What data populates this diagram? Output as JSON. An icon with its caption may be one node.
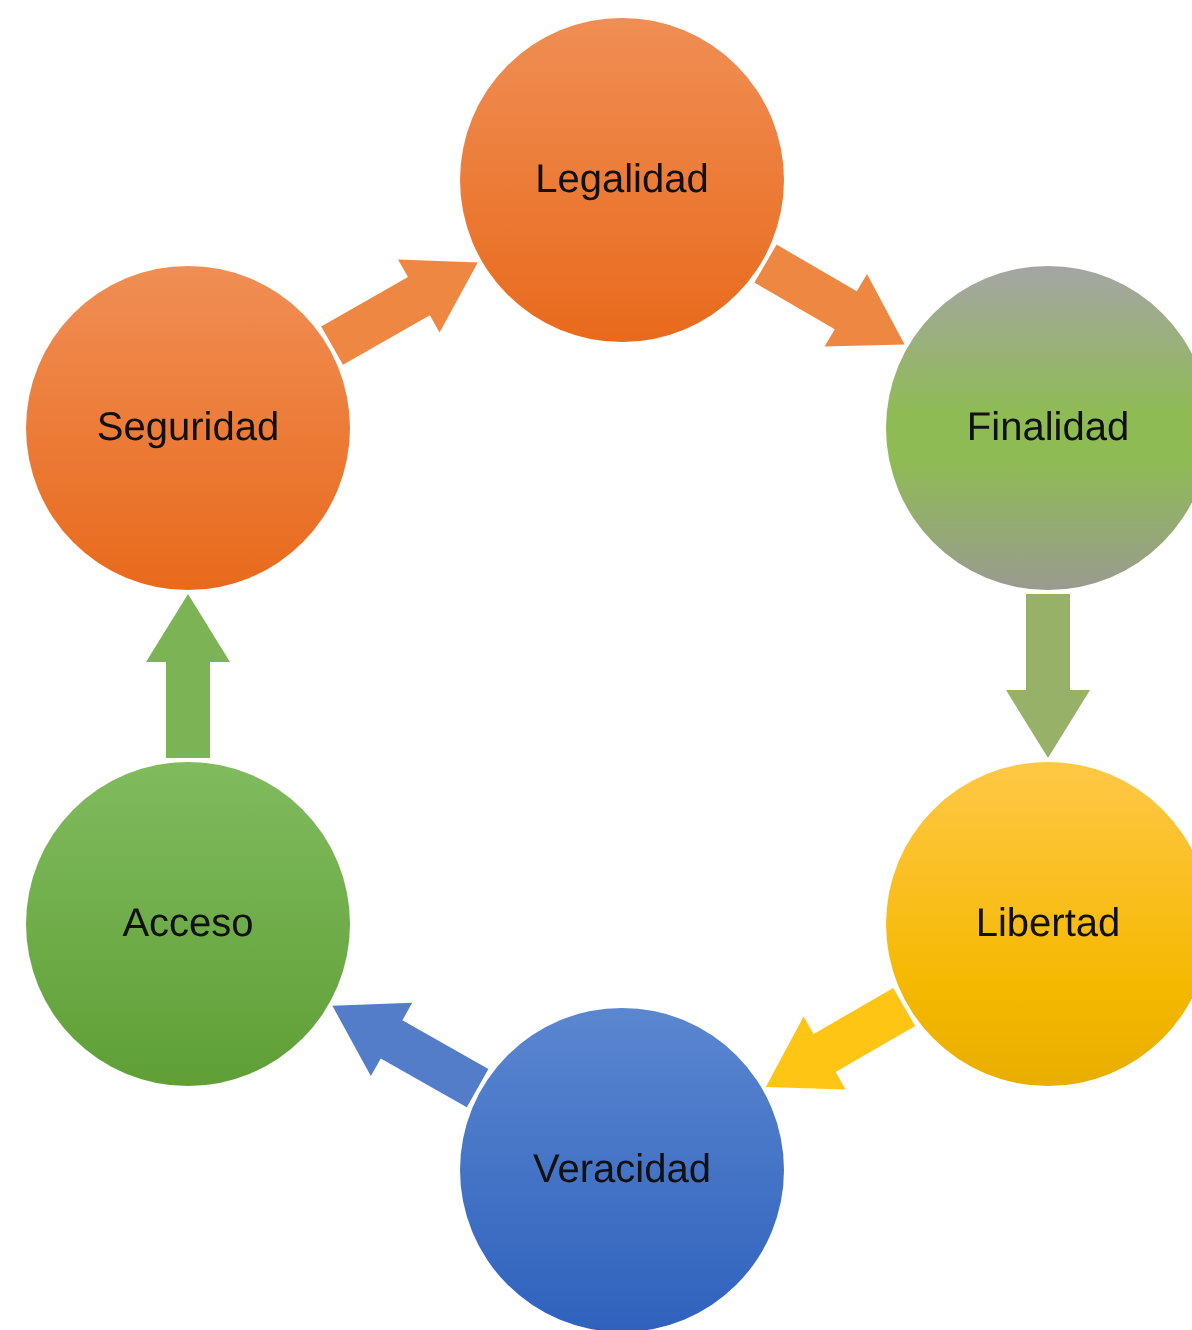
{
  "diagram": {
    "nodes": [
      {
        "text": [
          "Legalidad"
        ]
      },
      {
        "text": [
          "Finalidad"
        ]
      },
      {
        "text": [
          "Libertad"
        ]
      },
      {
        "text": [
          "Veracidad"
        ]
      },
      {
        "text": [
          "Acceso"
        ]
      },
      {
        "text": [
          "Seguridad"
        ]
      }
    ],
    "edges": [
      {
        "from": 0,
        "to": 1,
        "arrow": "to",
        "color": "#ed7d31"
      },
      {
        "from": 1,
        "to": 2,
        "arrow": "to",
        "color": "#8faa5b"
      },
      {
        "from": 2,
        "to": 3,
        "arrow": "to",
        "color": "#ffc000"
      },
      {
        "from": 3,
        "to": 4,
        "arrow": "to",
        "color": "#4472c4"
      },
      {
        "from": 4,
        "to": 5,
        "arrow": "to",
        "color": "#70ad47"
      },
      {
        "from": 5,
        "to": 0,
        "arrow": "to",
        "color": "#ed7d31"
      }
    ]
  }
}
